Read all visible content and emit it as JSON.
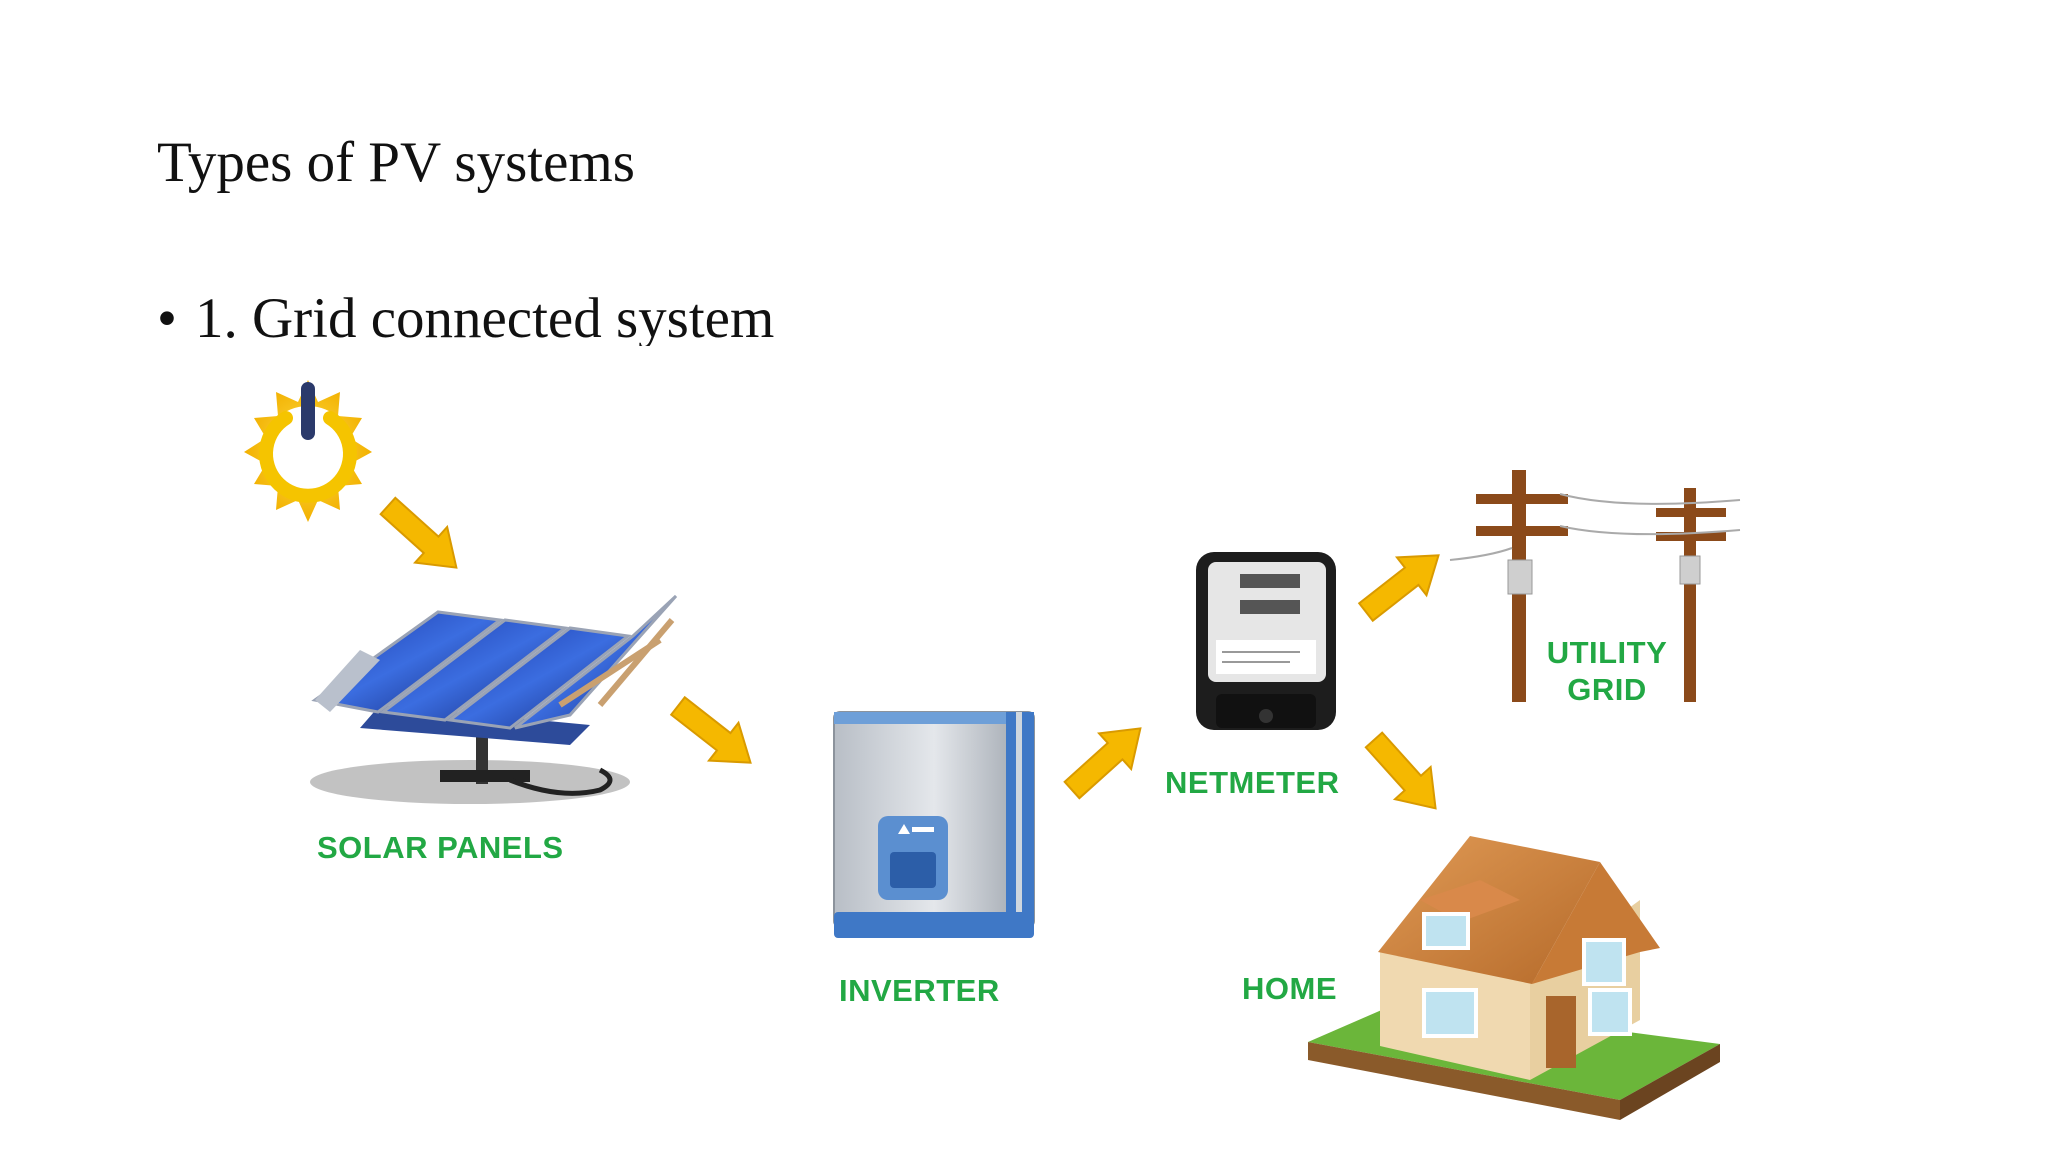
{
  "slide": {
    "title": "Types of PV systems",
    "bullet_marker": "•",
    "bullet_text": "1. Grid connected system"
  },
  "diagram": {
    "label_color": "#22a844",
    "arrow_color": "#f5b800",
    "labels": {
      "solar_panels": "SOLAR PANELS",
      "inverter": "INVERTER",
      "netmeter": "NETMETER",
      "utility_line1": "UTILITY",
      "utility_line2": "GRID",
      "home": "HOME"
    },
    "icons": [
      "sun-power-icon",
      "solar-panel-icon",
      "inverter-icon",
      "net-meter-icon",
      "utility-pole-icon",
      "house-icon"
    ]
  }
}
